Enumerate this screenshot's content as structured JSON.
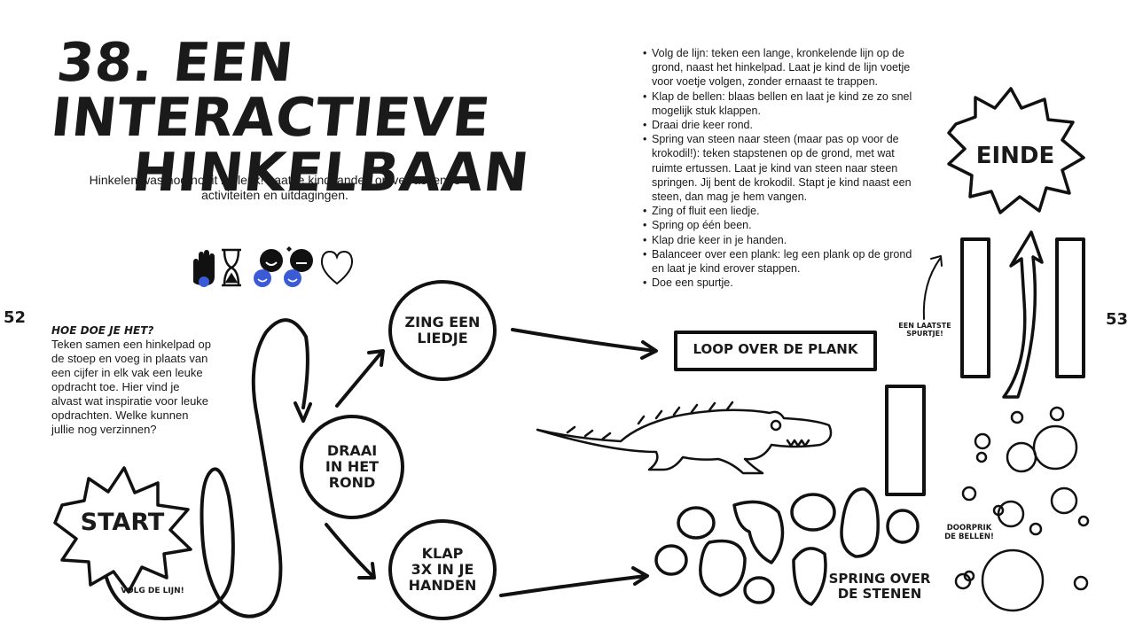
{
  "page": {
    "title_line1": "38. EEN INTERACTIEVE",
    "title_line2": "HINKELBAAN",
    "intro": "Hinkelen was nog nooit zo leuk! Laat je kind landen op verrassende activiteiten en uitdagingen.",
    "page_left": "52",
    "page_right": "53"
  },
  "how_to": {
    "heading": "HOE DOE JE HET?",
    "body": "Teken samen een hinkelpad op de stoep en voeg in plaats van een cijfer in elk vak een leuke opdracht toe. Hier vind je alvast wat inspiratie voor leuke opdrachten. Welke kunnen jullie nog verzinnen?"
  },
  "bullets": [
    "Volg de lijn: teken een lange, kronkelende lijn op de grond, naast het hinkelpad. Laat je kind de lijn voetje voor voetje volgen, zonder ernaast te trappen.",
    "Klap de bellen: blaas bellen en laat je kind ze zo snel mogelijk stuk klappen.",
    "Draai drie keer rond.",
    "Spring van steen naar steen (maar pas op voor de krokodil!): teken stapstenen op de grond, met wat ruimte ertussen. Laat je kind van steen naar steen springen. Jij bent de krokodil. Stapt je kind naast een steen, dan mag je hem vangen.",
    "Zing of fluit een liedje.",
    "Spring op één been.",
    "Klap drie keer in je handen.",
    "Balanceer over een plank: leg een plank op de grond en laat je kind erover stappen.",
    "Doe een spurtje."
  ],
  "diagram": {
    "start": "START",
    "follow_line": "VOLG DE LIJN!",
    "spin": [
      "DRAAI",
      "IN HET",
      "ROND"
    ],
    "sing": [
      "ZING EEN",
      "LIEDJE"
    ],
    "clap": [
      "KLAP",
      "3X IN JE",
      "HANDEN"
    ],
    "plank": "LOOP OVER DE PLANK",
    "stones": [
      "SPRING OVER",
      "DE STENEN"
    ],
    "bubbles": [
      "DOORPRIK",
      "DE BELLEN!"
    ],
    "sprint": [
      "EEN LAATSTE",
      "SPURTJE!"
    ],
    "end": "EINDE"
  },
  "colors": {
    "ink": "#111111",
    "accent_blue": "#3b5bd6"
  },
  "icons": [
    "hand-icon",
    "hourglass-icon",
    "two-kids-faces-icon",
    "heart-icon"
  ]
}
